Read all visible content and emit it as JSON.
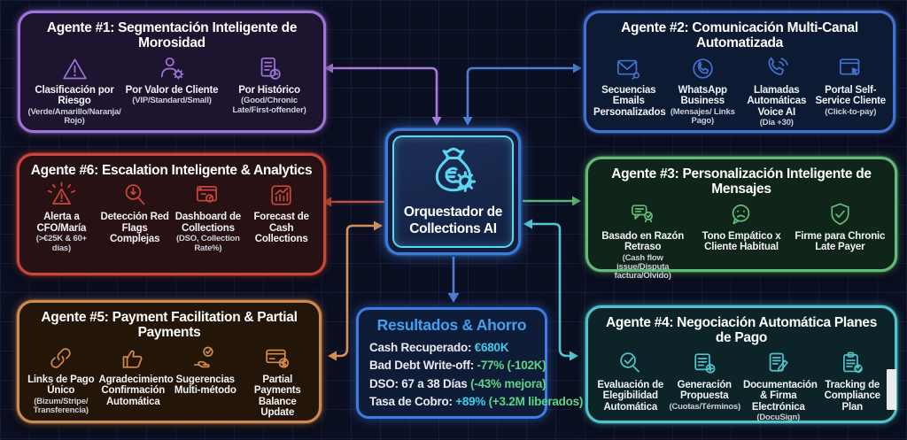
{
  "center": {
    "title": "Orquestador de Collections AI",
    "icon": "money-bag-gear-icon",
    "border_outer": "#3d7bd9",
    "border_inner": "#58d7f3"
  },
  "results": {
    "title": "Resultados & Ahorro",
    "border_color": "#3e7ce4",
    "title_color": "#42a0f0",
    "rows": [
      {
        "parts": [
          {
            "t": "Cash Recuperado: ",
            "c": "#e9e9ef"
          },
          {
            "t": "€680K",
            "c": "#3ecbe8"
          }
        ]
      },
      {
        "parts": [
          {
            "t": "Bad Debt Write-off: ",
            "c": "#e9e9ef"
          },
          {
            "t": "-77% (-102K)",
            "c": "#5ed584"
          }
        ]
      },
      {
        "parts": [
          {
            "t": "DSO: 67 a 38 Días ",
            "c": "#e9e9ef"
          },
          {
            "t": "(-43% mejora)",
            "c": "#5ed584"
          }
        ]
      },
      {
        "parts": [
          {
            "t": "Tasa de Cobro: ",
            "c": "#e9e9ef"
          },
          {
            "t": "+89%",
            "c": "#3ecbe8"
          },
          {
            "t": " (+3.2M liberados)",
            "c": "#5ed584"
          }
        ]
      }
    ]
  },
  "agents": [
    {
      "key": "a1",
      "title": "Agente #1: Segmentación Inteligente de Morosidad",
      "accent": "#9d74d8",
      "bg": "#1d142f",
      "items": [
        {
          "icon": "risk-warning-icon",
          "label": "Clasificación por Riesgo",
          "sub": "(Verde/Amarillo/Naranja/ Rojo)"
        },
        {
          "icon": "customer-value-icon",
          "label": "Por Valor de Cliente",
          "sub": "(VIP/Standard/Small)"
        },
        {
          "icon": "history-doc-icon",
          "label": "Por Histórico",
          "sub": "(Good/Chronic Late/First-offender)"
        }
      ]
    },
    {
      "key": "a2",
      "title": "Agente #2: Comunicación Multi-Canal Automatizada",
      "accent": "#4272cf",
      "bg": "#0c1a33",
      "items": [
        {
          "icon": "email-icon",
          "label": "Secuencias Emails Personalizados",
          "sub": ""
        },
        {
          "icon": "whatsapp-icon",
          "label": "WhatsApp Business",
          "sub": "(Mensajes/ Links Pago)"
        },
        {
          "icon": "voice-call-icon",
          "label": "Llamadas Automáticas Voice AI",
          "sub": "(Día +30)"
        },
        {
          "icon": "portal-click-icon",
          "label": "Portal Self-Service Cliente",
          "sub": "(Click-to-pay)"
        }
      ]
    },
    {
      "key": "a6",
      "title": "Agente #6: Escalation Inteligente & Analytics",
      "accent": "#c9473a",
      "bg": "#271113",
      "items": [
        {
          "icon": "alert-siren-icon",
          "label": "Alerta a CFO/María",
          "sub": "(>€25K & 60+ días)"
        },
        {
          "icon": "redflag-search-icon",
          "label": "Detección Red Flags Complejas",
          "sub": ""
        },
        {
          "icon": "dashboard-icon",
          "label": "Dashboard de Collections",
          "sub": "(DSO, Collection Rate%)"
        },
        {
          "icon": "forecast-chart-icon",
          "label": "Forecast de Cash Collections",
          "sub": ""
        }
      ]
    },
    {
      "key": "a3",
      "title": "Agente #3: Personalización Inteligente de Mensajes",
      "accent": "#62bb78",
      "bg": "#10251a",
      "items": [
        {
          "icon": "reason-chat-icon",
          "label": "Basado en Razón Retraso",
          "sub": "(Cash flow issue/Disputa factura/Olvido)"
        },
        {
          "icon": "empathy-face-icon",
          "label": "Tono Empático x Cliente Habitual",
          "sub": ""
        },
        {
          "icon": "firm-shield-icon",
          "label": "Firme para Chronic Late Payer",
          "sub": ""
        }
      ]
    },
    {
      "key": "a5",
      "title": "Agente #5: Payment Facilitation & Partial Payments",
      "accent": "#d0894e",
      "bg": "#231507",
      "items": [
        {
          "icon": "payment-link-icon",
          "label": "Links de Pago Único",
          "sub": "(Bizum/Stripe/ Transferencia)"
        },
        {
          "icon": "thumbs-up-icon",
          "label": "Agradecimiento Confirmación Automática",
          "sub": ""
        },
        {
          "icon": "multimethod-hand-icon",
          "label": "Sugerencias Multi-método",
          "sub": ""
        },
        {
          "icon": "partial-card-icon",
          "label": "Partial Payments Balance Update",
          "sub": ""
        }
      ]
    },
    {
      "key": "a4",
      "title": "Agente #4: Negociación Automática Planes de Pago",
      "accent": "#4fc3cb",
      "bg": "#0c2427",
      "items": [
        {
          "icon": "eligibility-check-icon",
          "label": "Evaluación de Elegibilidad Automática",
          "sub": ""
        },
        {
          "icon": "proposal-doc-icon",
          "label": "Generación Propuesta",
          "sub": "(Cuotas/Términos)"
        },
        {
          "icon": "esign-doc-icon",
          "label": "Documentación & Firma Electrónica",
          "sub": "(DocuSign)"
        },
        {
          "icon": "compliance-clipboard-icon",
          "label": "Tracking de Compliance Plan",
          "sub": ""
        }
      ]
    }
  ],
  "connectors": {
    "agent1": {
      "color": "#a97bdb"
    },
    "agent2": {
      "color": "#4b7ed6"
    },
    "agent6": {
      "color": "#c4513f"
    },
    "agent3": {
      "color": "#53b96e"
    },
    "agent5": {
      "color": "#d89055"
    },
    "agent4": {
      "color": "#52c6cf"
    },
    "results_link": {
      "color": "#4b7ed6"
    }
  }
}
